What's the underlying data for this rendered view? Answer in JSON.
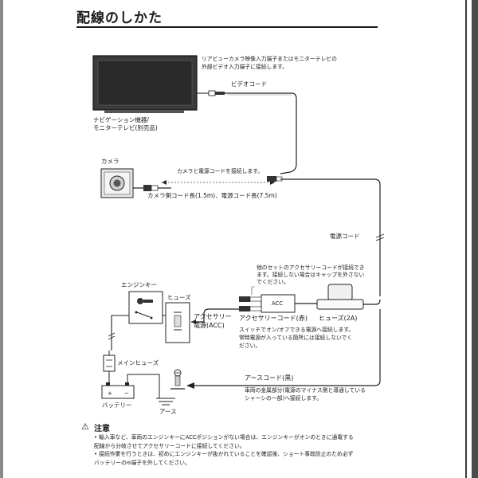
{
  "title": "配線のしかた",
  "labels": {
    "video_note_1": "リアビューカメラ映像入力端子またはモニターテレビの",
    "video_note_2": "外部ビデオ入力端子に接続します。",
    "video_cord": "ビデオコード",
    "navi_1": "ナビゲーション機器/",
    "navi_2": "モニターテレビ(別売品)",
    "camera": "カメラ",
    "camera_cord_note": "カメラと電源コードを接続します。",
    "cord_length": "カメラ側コード長(1.5m)、電源コード長(7.5m)",
    "power_cord": "電源コード",
    "other_acc_1": "他のセットのアクセサリーコードが接続でき",
    "other_acc_2": "ます。接続しない場合はキャップを外さない",
    "other_acc_3": "でください。",
    "engine_key": "エンジンキー",
    "fuse": "ヒューズ",
    "acc_power_1": "アクセサリー",
    "acc_power_2": "電源(ACC)",
    "acc_box": "ACC",
    "acc_cord": "アクセサリーコード(赤)",
    "fuse_2a": "ヒューズ(2A)",
    "switch_note_1": "スイッチでオン/オフできる電源へ接続します。",
    "switch_note_2": "常時電源が入っている箇所には接続しないでく",
    "switch_note_3": "ださい。",
    "main_fuse": "メインヒューズ",
    "earth_cord": "アースコード(黒)",
    "chassis_note_1": "車両の金属部分(電源のマイナス側と導通している",
    "chassis_note_2": "シャーシの一部)へ接続します。",
    "battery": "バッテリー",
    "earth": "アース"
  },
  "caution": {
    "icon": "warning-icon",
    "heading": "注意",
    "lines": [
      "• 輸入車など、車両のエンジンキーにACCポジションがない場合は、エンジンキーがオンのときに通電する",
      "  配線から分岐させてアクセサリーコードに接続してください。",
      "• 接続作業を行うときは、初めにエンジンキーが抜かれていることを確認後、ショート事故防止のため必ず",
      "  バッテリーの⊖端子を外してください。"
    ]
  }
}
